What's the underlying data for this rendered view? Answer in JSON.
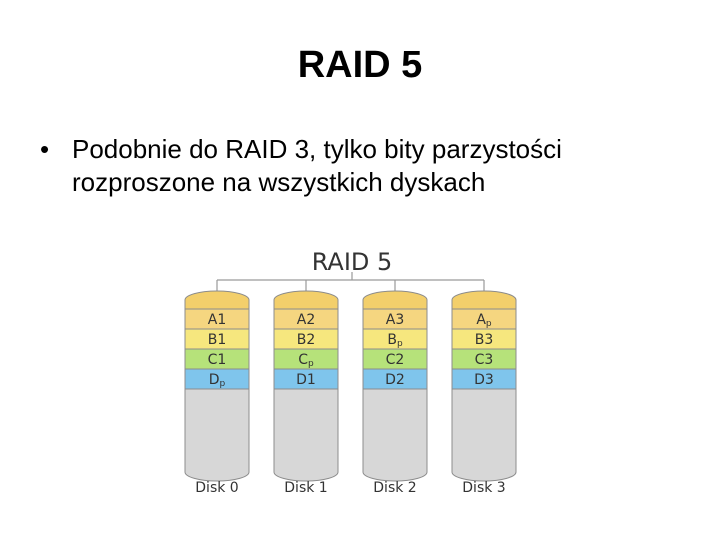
{
  "slide": {
    "title": "RAID 5",
    "bullet_symbol": "•",
    "bullet_text": "Podobnie do RAID 3, tylko bity parzystości rozproszone na wszystkich dyskach"
  },
  "diagram": {
    "title": "RAID 5",
    "colors": {
      "cap": "#f3cf6b",
      "row_a": "#f5d680",
      "row_b": "#f6e77e",
      "row_c": "#b6e27a",
      "row_d": "#7fc5ec",
      "empty": "#d7d7d7",
      "outline": "#8c8c8c",
      "line": "#9a9a9a",
      "text": "#333333"
    },
    "disks": [
      {
        "label": "Disk 0",
        "blocks": [
          [
            "A",
            "1"
          ],
          [
            "B",
            "1"
          ],
          [
            "C",
            "1"
          ],
          [
            "D",
            "p"
          ]
        ]
      },
      {
        "label": "Disk 1",
        "blocks": [
          [
            "A",
            "2"
          ],
          [
            "B",
            "2"
          ],
          [
            "C",
            "p"
          ],
          [
            "D",
            "1"
          ]
        ]
      },
      {
        "label": "Disk 2",
        "blocks": [
          [
            "A",
            "3"
          ],
          [
            "B",
            "p"
          ],
          [
            "C",
            "2"
          ],
          [
            "D",
            "2"
          ]
        ]
      },
      {
        "label": "Disk 3",
        "blocks": [
          [
            "A",
            "p"
          ],
          [
            "B",
            "3"
          ],
          [
            "C",
            "3"
          ],
          [
            "D",
            "3"
          ]
        ]
      }
    ]
  }
}
